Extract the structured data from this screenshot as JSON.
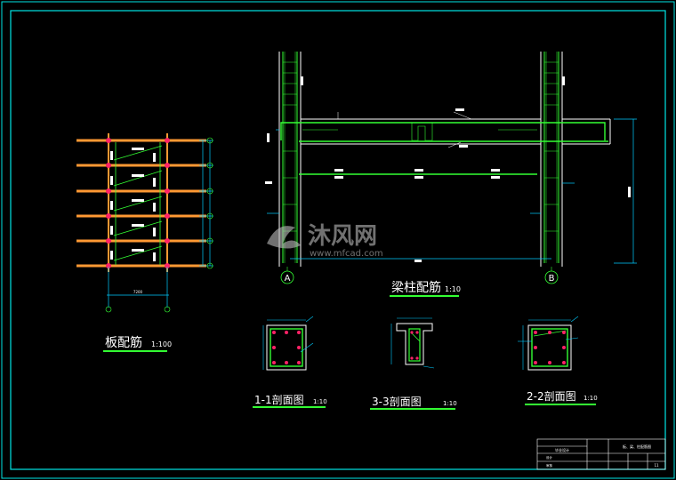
{
  "watermark": {
    "brand": "沐风网",
    "url": "www.mfcad.com"
  },
  "views": {
    "slab": {
      "title": "板配筋",
      "scale": "1:100",
      "dimension": "7200"
    },
    "beam_column": {
      "title": "梁柱配筋",
      "scale": "1:10",
      "axis_left": "A",
      "axis_right": "B"
    },
    "section_1": {
      "title": "1-1剖面图",
      "scale": "1:10"
    },
    "section_3": {
      "title": "3-3剖面图",
      "scale": "1:10"
    },
    "section_2": {
      "title": "2-2剖面图",
      "scale": "1:10"
    }
  },
  "title_block": {
    "project": "毕业设计",
    "drawing": "板、梁、柱配筋图",
    "designer": "设计",
    "checker": "审核",
    "sheet": "11"
  },
  "colors": {
    "border": "#00e5e5",
    "rebar": "#33ff33",
    "outline": "#ffffff",
    "slab_beam": "#ff9933",
    "node": "#ff2266",
    "dimension": "#00ccff",
    "title_underline": "#33ff33"
  }
}
